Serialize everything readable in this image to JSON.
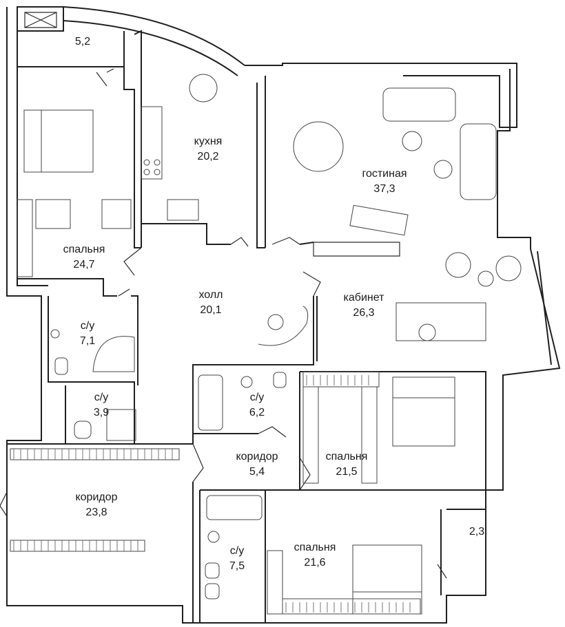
{
  "rooms": [
    {
      "id": "balcony",
      "name": "",
      "area": "5,2"
    },
    {
      "id": "kitchen",
      "name": "кухня",
      "area": "20,2"
    },
    {
      "id": "living",
      "name": "гостиная",
      "area": "37,3"
    },
    {
      "id": "bedroom1",
      "name": "спальня",
      "area": "24,7"
    },
    {
      "id": "hall",
      "name": "холл",
      "area": "20,1"
    },
    {
      "id": "study",
      "name": "кабинет",
      "area": "26,3"
    },
    {
      "id": "bath1",
      "name": "с/у",
      "area": "7,1"
    },
    {
      "id": "bath2",
      "name": "с/у",
      "area": "3,9"
    },
    {
      "id": "bath3",
      "name": "с/у",
      "area": "6,2"
    },
    {
      "id": "corridor1",
      "name": "коридор",
      "area": "5,4"
    },
    {
      "id": "bedroom2",
      "name": "спальня",
      "area": "21,5"
    },
    {
      "id": "corridor2",
      "name": "коридор",
      "area": "23,8"
    },
    {
      "id": "storage",
      "name": "",
      "area": "2,3"
    },
    {
      "id": "bath4",
      "name": "с/у",
      "area": "7,5"
    },
    {
      "id": "bedroom3",
      "name": "спальня",
      "area": "21,6"
    }
  ]
}
